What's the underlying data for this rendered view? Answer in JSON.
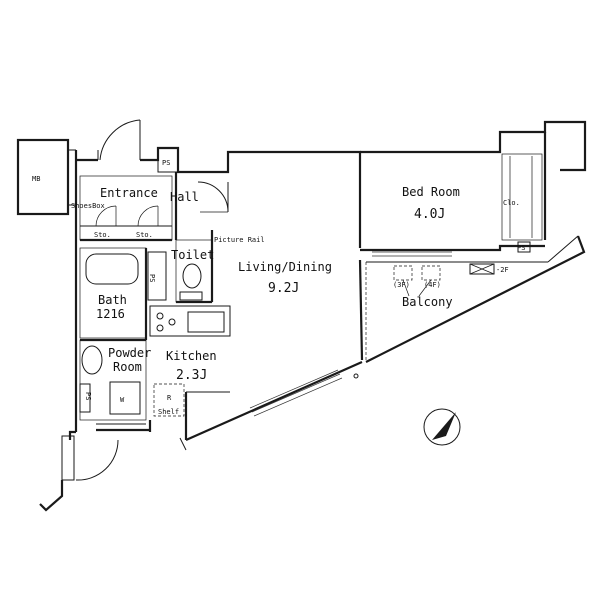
{
  "rooms": {
    "entrance": "Entrance",
    "hall": "Hall",
    "shoes_box": "ShoesBox",
    "sto1": "Sto.",
    "sto2": "Sto.",
    "toilet": "Toilet",
    "picture_rail": "Picture Rail",
    "living_dining": "Living/Dining",
    "living_dining_size": "9.2J",
    "bed_room": "Bed Room",
    "bed_room_size": "4.0J",
    "clo": "Clo.",
    "bath": "Bath",
    "bath_size": "1216",
    "powder_room_line1": "Powder",
    "powder_room_line2": "Room",
    "kitchen": "Kitchen",
    "kitchen_size": "2.3J",
    "shelf": "Shelf",
    "balcony": "Balcony",
    "mb": "MB"
  },
  "marks": {
    "ps_top": "PS",
    "ps_bath": "PS",
    "ps_bed": "PS",
    "ps_left": "PS",
    "washer": "W",
    "fridge": "R",
    "unit_3f": "(3F)",
    "unit_4f": "(4F)",
    "hatch_2f": "-2F"
  },
  "icons": {
    "north": "north-arrow-icon"
  }
}
